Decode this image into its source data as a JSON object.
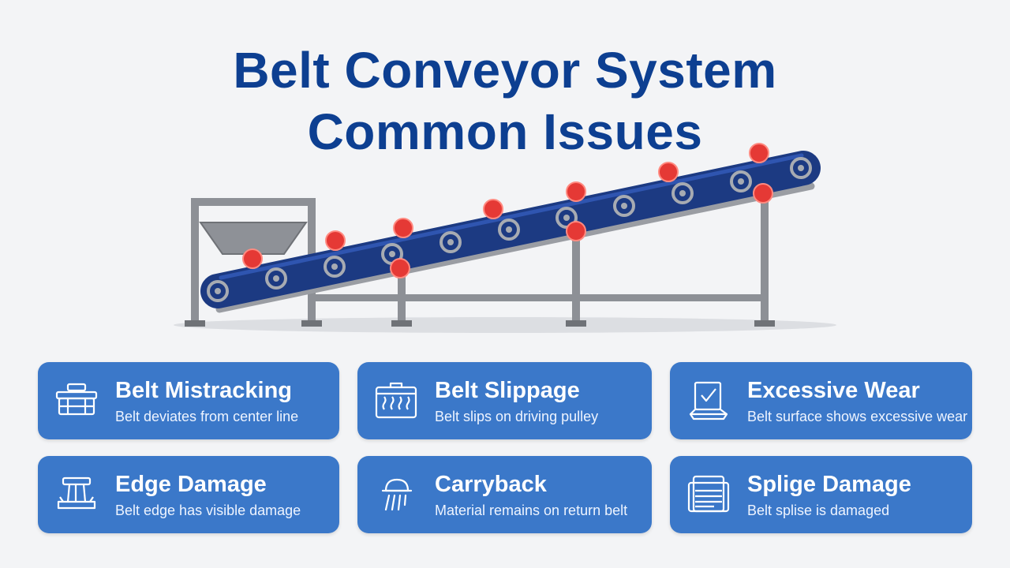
{
  "title": {
    "line1": "Belt Conveyor System",
    "line2": "Common Issues"
  },
  "colors": {
    "title": "#0d3f91",
    "card": "#3b78c9",
    "belt": "#1c3a82",
    "frame": "#8d9096",
    "issue_marker": "#e53935"
  },
  "issues": [
    {
      "title": "Belt Mistracking",
      "description": "Belt deviates from center line",
      "icon": "tray-alignment-icon"
    },
    {
      "title": "Belt Slippage",
      "description": "Belt slips on driving pulley",
      "icon": "slipping-pulley-icon"
    },
    {
      "title": "Excessive Wear",
      "description": "Belt surface shows excessive wear",
      "icon": "worn-surface-icon"
    },
    {
      "title": "Edge Damage",
      "description": "Belt edge has visible damage",
      "icon": "damaged-edge-icon"
    },
    {
      "title": "Carryback",
      "description": "Material remains on return belt",
      "icon": "falling-material-icon"
    },
    {
      "title": "Splige Damage",
      "description": "Belt splise is damaged",
      "icon": "splice-document-icon"
    }
  ]
}
